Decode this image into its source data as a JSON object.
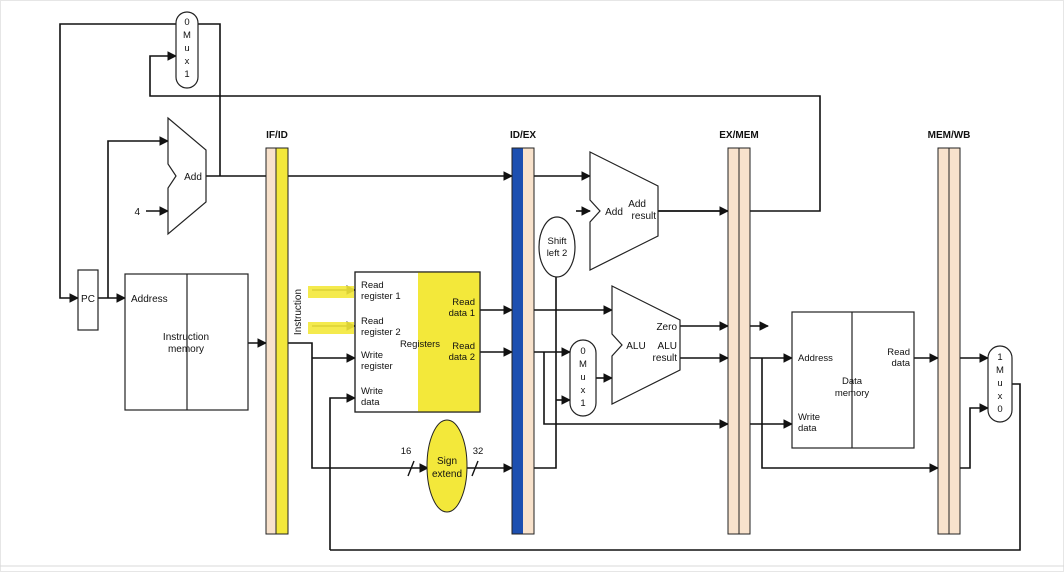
{
  "colors": {
    "pipeline_reg": "#f8e2cc",
    "highlight": "#f3e83a",
    "idex_bar": "#1d4fb0",
    "wire": "#111111"
  },
  "stages": {
    "ifid": "IF/ID",
    "idex": "ID/EX",
    "exmem": "EX/MEM",
    "memwb": "MEM/WB"
  },
  "top_mux": {
    "l0": "0",
    "l1": "M",
    "l2": "u",
    "l3": "x",
    "l4": "1"
  },
  "alu_mux": {
    "l0": "0",
    "l1": "M",
    "l2": "u",
    "l3": "x",
    "l4": "1"
  },
  "wb_mux": {
    "l0": "1",
    "l1": "M",
    "l2": "u",
    "l3": "x",
    "l4": "0"
  },
  "pc_adder": {
    "label": "Add",
    "constant": "4"
  },
  "pc": {
    "label": "PC"
  },
  "instruction_memory": {
    "address": "Address",
    "name_line1": "Instruction",
    "name_line2": "memory"
  },
  "instruction_label": "Instruction",
  "registers": {
    "read_reg1_a": "Read",
    "read_reg1_b": "register 1",
    "read_reg2_a": "Read",
    "read_reg2_b": "register 2",
    "write_reg_a": "Write",
    "write_reg_b": "register",
    "write_data_a": "Write",
    "write_data_b": "data",
    "name": "Registers",
    "read_data1_a": "Read",
    "read_data1_b": "data 1",
    "read_data2_a": "Read",
    "read_data2_b": "data 2"
  },
  "sign_extend": {
    "line1": "Sign",
    "line2": "extend",
    "in_bits": "16",
    "out_bits": "32"
  },
  "shift_left": {
    "line1": "Shift",
    "line2": "left 2"
  },
  "branch_adder": {
    "label": "Add",
    "result_line1": "Add",
    "result_line2": "result"
  },
  "alu": {
    "label": "ALU",
    "zero": "Zero",
    "result_line1": "ALU",
    "result_line2": "result"
  },
  "data_memory": {
    "address": "Address",
    "read_a": "Read",
    "read_b": "data",
    "name_line1": "Data",
    "name_line2": "memory",
    "write_a": "Write",
    "write_b": "data"
  }
}
